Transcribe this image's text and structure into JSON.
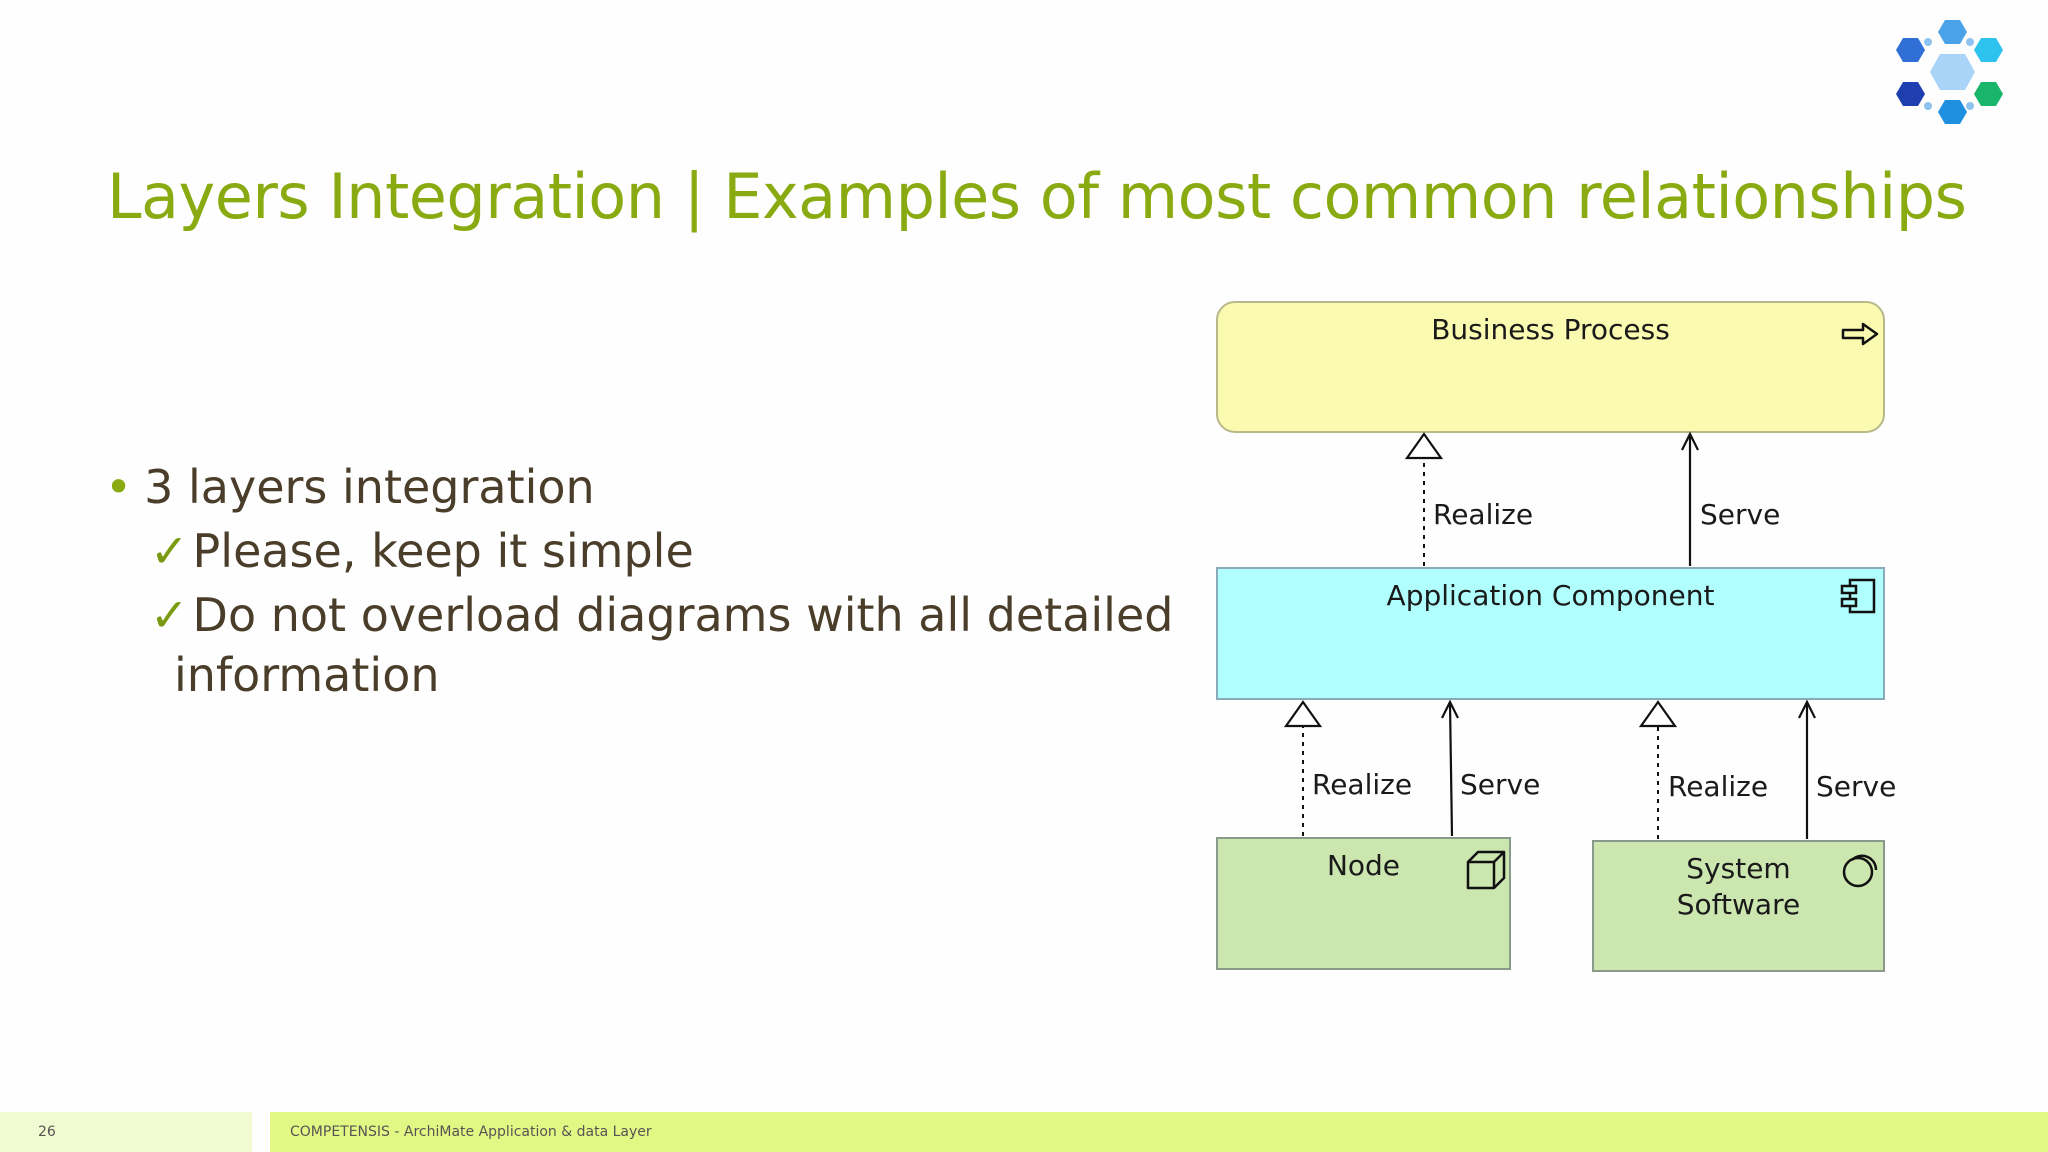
{
  "title": "Layers Integration | Examples of most common relationships",
  "bullets": {
    "main": "3 layers integration",
    "checks": [
      "Please, keep it simple",
      "Do not overload diagrams with all detailed"
    ],
    "continuation": "information"
  },
  "diagram": {
    "boxes": {
      "business_process": {
        "label": "Business Process",
        "color": "#fafab0",
        "icon": "process-arrow-icon"
      },
      "application_component": {
        "label": "Application Component",
        "color": "#b0fefe",
        "icon": "component-icon"
      },
      "node": {
        "label": "Node",
        "color": "#cce6b0",
        "icon": "node-cube-icon"
      },
      "system_software": {
        "label_line1": "System",
        "label_line2": "Software",
        "color": "#cce6b0",
        "icon": "system-software-icon"
      }
    },
    "relations": {
      "app_bp_realize": "Realize",
      "app_bp_serve": "Serve",
      "node_app_realize": "Realize",
      "node_app_serve": "Serve",
      "sys_app_realize": "Realize",
      "sys_app_serve": "Serve"
    }
  },
  "footer": {
    "page_number": "26",
    "text": "COMPETENSIS - ArchiMate Application & data Layer"
  },
  "colors": {
    "title": "#8aaa12",
    "body_text": "#4a3e2a",
    "footer_left": "#f1fad0",
    "footer_right": "#e3f884"
  }
}
